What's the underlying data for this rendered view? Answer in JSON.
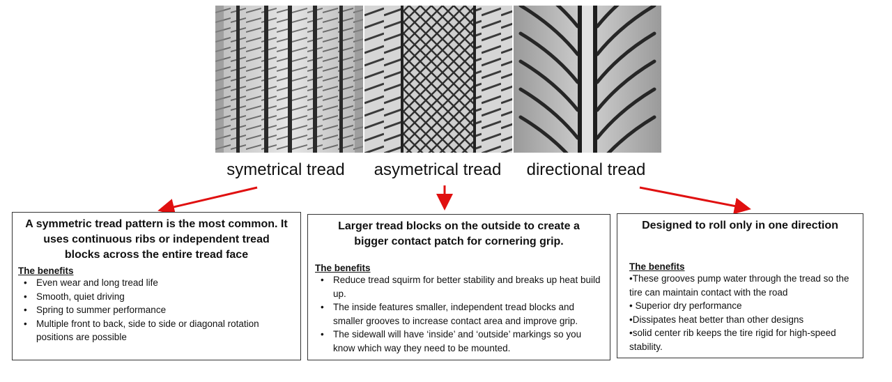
{
  "treads": [
    {
      "label": "symetrical tread"
    },
    {
      "label": "asymetrical tread"
    },
    {
      "label": "directional tread"
    }
  ],
  "boxes": [
    {
      "heading": "A symmetric tread pattern is the most common. It uses continuous ribs or independent tread blocks across the entire tread face",
      "benefits_title": "The benefits",
      "items": [
        "Even wear and long tread life",
        "Smooth, quiet driving",
        "Spring to summer performance",
        "Multiple front to back, side to side or diagonal rotation positions are possible"
      ]
    },
    {
      "heading": "Larger tread blocks on the outside to create a bigger contact patch for cornering grip.",
      "benefits_title": "The benefits",
      "items": [
        "Reduce tread squirm for better stability and breaks up heat build up.",
        "The inside features smaller, independent tread blocks and smaller grooves to increase contact area and improve grip.",
        " The sidewall will have ‘inside’ and ‘outside’ markings so you know which way they need to be mounted."
      ]
    },
    {
      "heading": "Designed to roll only in one direction",
      "benefits_title": "The benefits",
      "items": [
        "•These grooves pump water through the tread so the tire can maintain contact with the road",
        "• Superior dry performance",
        "•Dissipates heat better than other designs",
        "•solid center rib keeps the tire rigid for high-speed stability."
      ]
    }
  ],
  "colors": {
    "arrow": "#e01010",
    "tread_dark": "#2a2a2a",
    "tread_light": "#d8d8d8"
  }
}
